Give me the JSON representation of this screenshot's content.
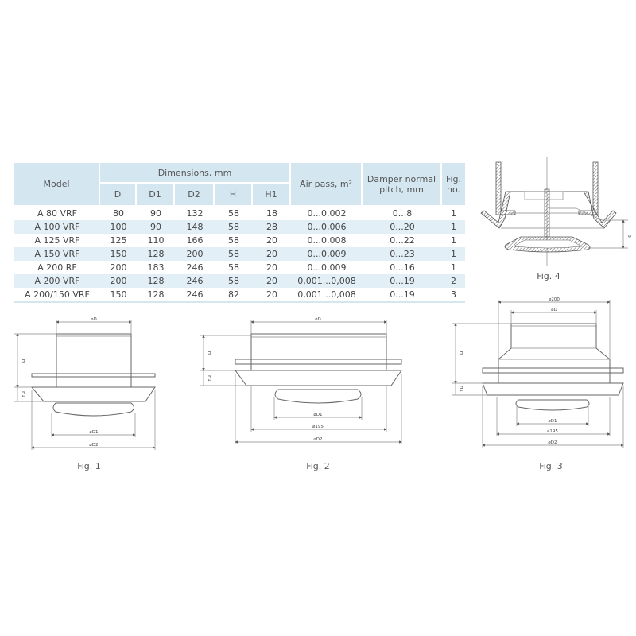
{
  "table": {
    "headers": {
      "model": "Model",
      "dimensions": "Dimensions, mm",
      "dims": [
        "D",
        "D1",
        "D2",
        "H",
        "H1"
      ],
      "air_pass": "Air pass, m²",
      "damper": "Damper normal pitch, mm",
      "fig": "Fig. no."
    },
    "rows": [
      [
        "A 80 VRF",
        "80",
        "90",
        "132",
        "58",
        "18",
        "0...0,002",
        "0...8",
        "1"
      ],
      [
        "A 100 VRF",
        "100",
        "90",
        "148",
        "58",
        "28",
        "0...0,006",
        "0...20",
        "1"
      ],
      [
        "A 125 VRF",
        "125",
        "110",
        "166",
        "58",
        "20",
        "0...0,008",
        "0...22",
        "1"
      ],
      [
        "A 150 VRF",
        "150",
        "128",
        "200",
        "58",
        "20",
        "0...0,009",
        "0...23",
        "1"
      ],
      [
        "A 200 RF",
        "200",
        "183",
        "246",
        "58",
        "20",
        "0...0,009",
        "0...16",
        "1"
      ],
      [
        "A 200 VRF",
        "200",
        "128",
        "246",
        "58",
        "20",
        "0,001...0,008",
        "0...19",
        "2"
      ],
      [
        "A 200/150 VRF",
        "150",
        "128",
        "246",
        "82",
        "20",
        "0,001...0,008",
        "0...19",
        "3"
      ]
    ]
  },
  "figures": {
    "fig1": {
      "caption": "Fig. 1",
      "d": "⌀D",
      "d1": "⌀D1",
      "d2": "⌀D2",
      "h": "H",
      "h1": "H1"
    },
    "fig2": {
      "caption": "Fig. 2",
      "d": "⌀D",
      "d1": "⌀D1",
      "d195": "⌀195",
      "d2": "⌀D2",
      "h": "H",
      "h1": "H1"
    },
    "fig3": {
      "caption": "Fig. 3",
      "d200": "⌀200",
      "d": "⌀D",
      "d1": "⌀D1",
      "d195": "⌀195",
      "d2": "⌀D2",
      "h": "H",
      "h1": "H1"
    },
    "fig4": {
      "caption": "Fig. 4",
      "s": "S"
    }
  }
}
